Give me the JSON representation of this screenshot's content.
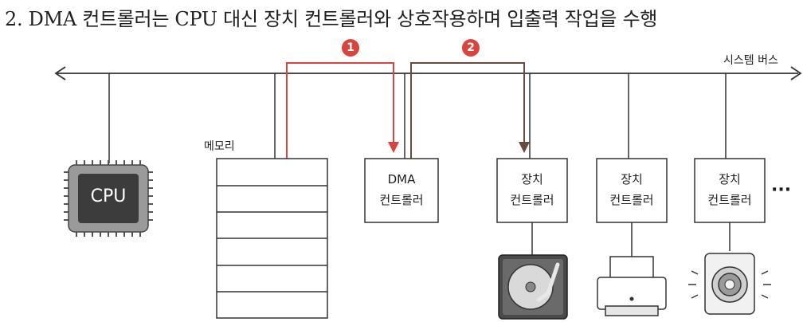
{
  "title": "2. DMA 컨트롤러는 CPU 대신 장치 컨트롤러와 상호작용하며 입출력 작업을 수행",
  "bus_label": "시스템 버스",
  "memory_label": "메모리",
  "cpu_label": "CPU",
  "dma": {
    "line1": "DMA",
    "line2": "컨트롤러"
  },
  "device_controllers": [
    {
      "line1": "장치",
      "line2": "컨트롤러",
      "device": "hard-disk"
    },
    {
      "line1": "장치",
      "line2": "컨트롤러",
      "device": "printer"
    },
    {
      "line1": "장치",
      "line2": "컨트롤러",
      "device": "speaker"
    }
  ],
  "ellipsis": "···",
  "steps": [
    "1",
    "2"
  ],
  "colors": {
    "step1": "#d9443e",
    "step2": "#6b4a3c",
    "cpu_chip": "#3c3c3c",
    "marker": "#d9443e"
  }
}
